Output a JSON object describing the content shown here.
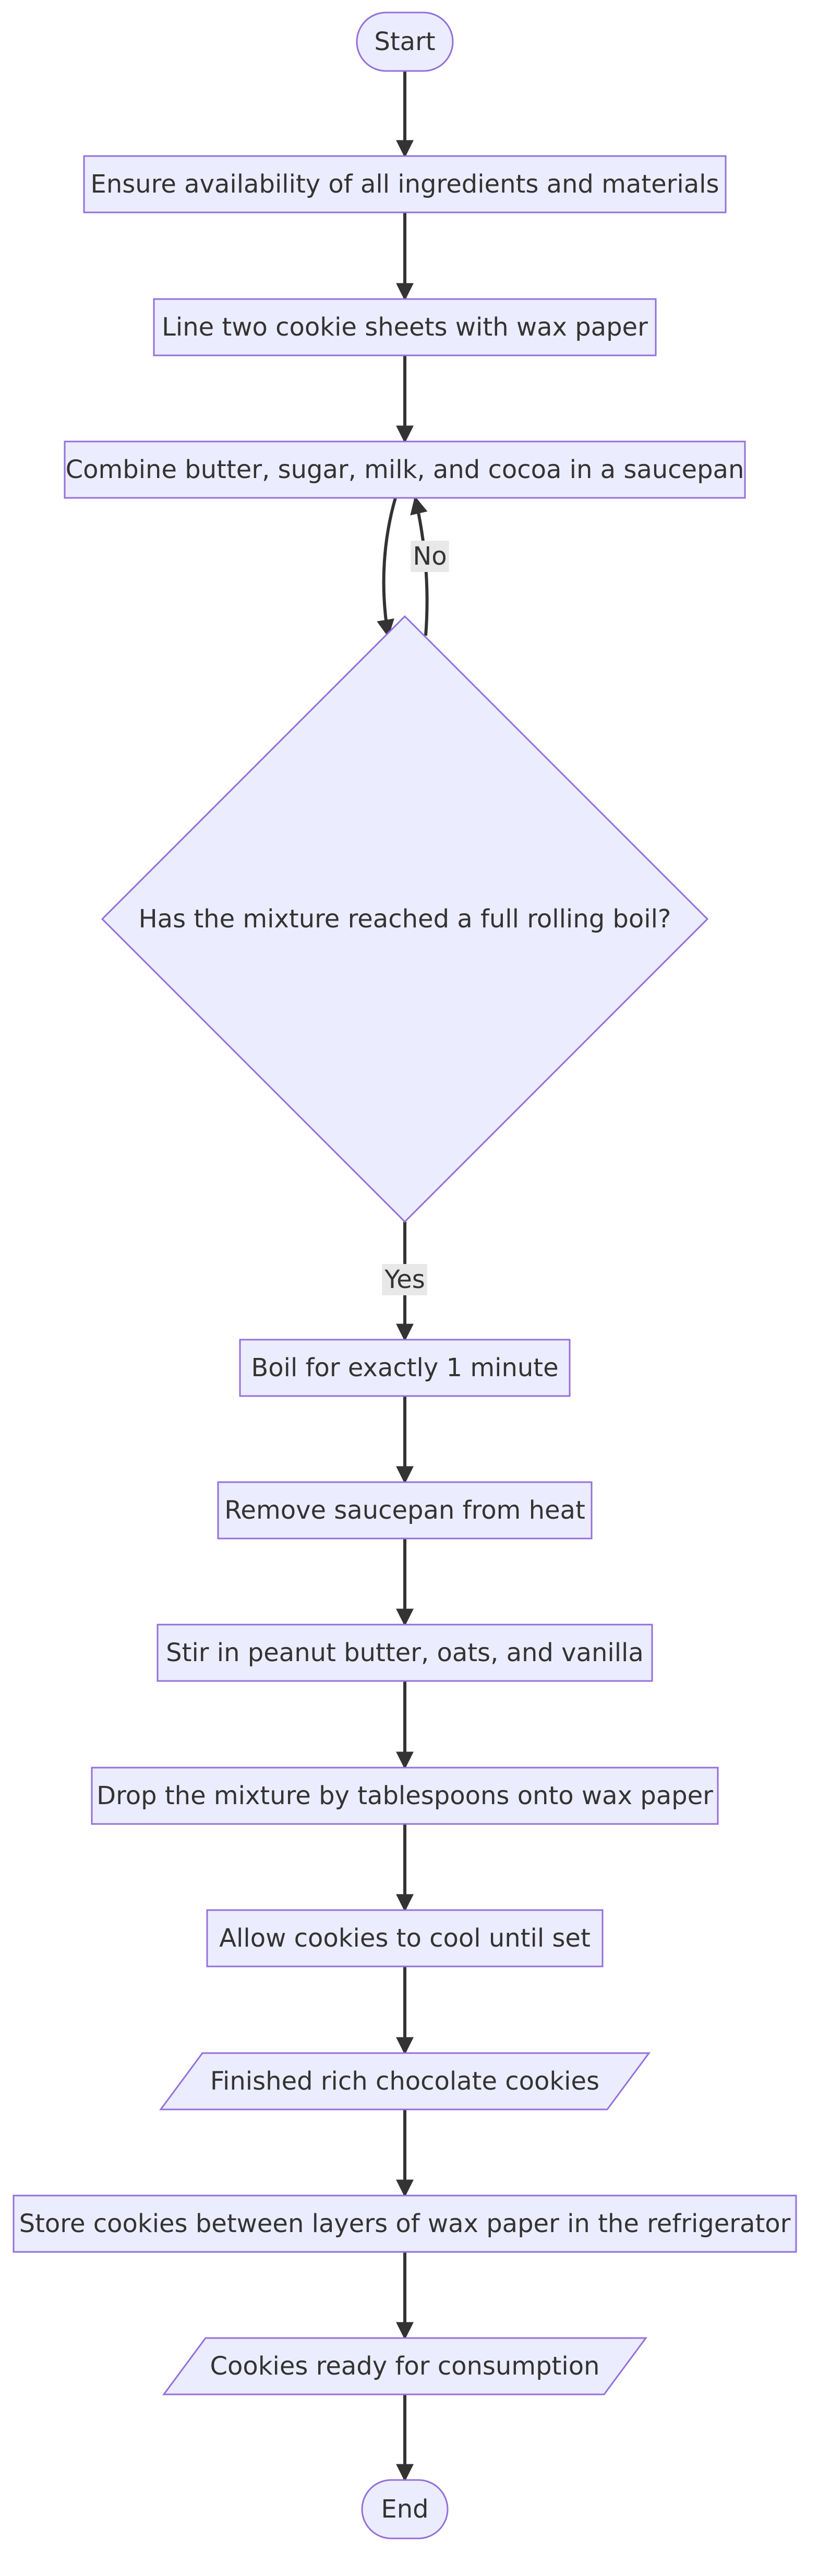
{
  "diagram": {
    "type": "flowchart",
    "direction": "top-down",
    "colors": {
      "node_fill": "#ECECFF",
      "node_stroke": "#9370DB",
      "edge": "#333333",
      "text": "#333333",
      "edge_label_bg": "#E8E8E8"
    },
    "nodes": [
      {
        "id": "start",
        "shape": "stadium",
        "label": "Start"
      },
      {
        "id": "ensure",
        "shape": "rect",
        "label": "Ensure availability of all ingredients and materials"
      },
      {
        "id": "line",
        "shape": "rect",
        "label": "Line two cookie sheets with wax paper"
      },
      {
        "id": "combine",
        "shape": "rect",
        "label": "Combine butter, sugar, milk, and cocoa in a saucepan"
      },
      {
        "id": "boilcheck",
        "shape": "diamond",
        "label": "Has the mixture reached a full rolling boil?"
      },
      {
        "id": "boil",
        "shape": "rect",
        "label": "Boil for exactly 1 minute"
      },
      {
        "id": "remove",
        "shape": "rect",
        "label": "Remove saucepan from heat"
      },
      {
        "id": "stir",
        "shape": "rect",
        "label": "Stir in peanut butter, oats, and vanilla"
      },
      {
        "id": "drop",
        "shape": "rect",
        "label": "Drop the mixture by tablespoons onto wax paper"
      },
      {
        "id": "cool",
        "shape": "rect",
        "label": "Allow cookies to cool until set"
      },
      {
        "id": "finished",
        "shape": "parallelogram",
        "label": "Finished rich chocolate cookies"
      },
      {
        "id": "store",
        "shape": "rect",
        "label": "Store cookies between layers of wax paper in the refrigerator"
      },
      {
        "id": "ready",
        "shape": "parallelogram",
        "label": "Cookies ready for consumption"
      },
      {
        "id": "end",
        "shape": "stadium",
        "label": "End"
      }
    ],
    "edges": [
      {
        "from": "start",
        "to": "ensure",
        "label": ""
      },
      {
        "from": "ensure",
        "to": "line",
        "label": ""
      },
      {
        "from": "line",
        "to": "combine",
        "label": ""
      },
      {
        "from": "combine",
        "to": "boilcheck",
        "label": ""
      },
      {
        "from": "boilcheck",
        "to": "combine",
        "label": "No"
      },
      {
        "from": "boilcheck",
        "to": "boil",
        "label": "Yes"
      },
      {
        "from": "boil",
        "to": "remove",
        "label": ""
      },
      {
        "from": "remove",
        "to": "stir",
        "label": ""
      },
      {
        "from": "stir",
        "to": "drop",
        "label": ""
      },
      {
        "from": "drop",
        "to": "cool",
        "label": ""
      },
      {
        "from": "cool",
        "to": "finished",
        "label": ""
      },
      {
        "from": "finished",
        "to": "store",
        "label": ""
      },
      {
        "from": "store",
        "to": "ready",
        "label": ""
      },
      {
        "from": "ready",
        "to": "end",
        "label": ""
      }
    ]
  }
}
